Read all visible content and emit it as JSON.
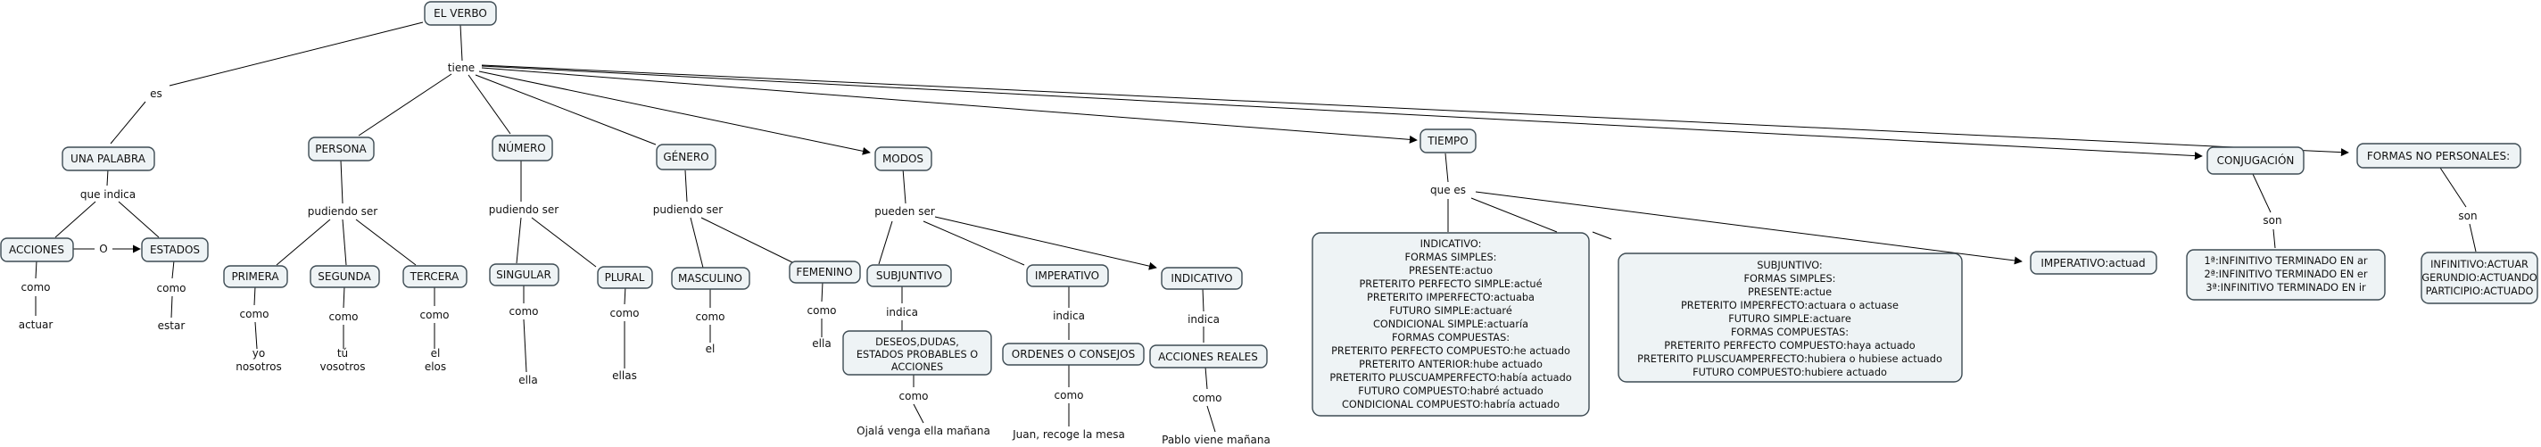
{
  "nodes": {
    "el_verbo": "EL VERBO",
    "una_palabra": "UNA PALABRA",
    "acciones": "ACCIONES",
    "estados": "ESTADOS",
    "persona": "PERSONA",
    "primera": "PRIMERA",
    "segunda": "SEGUNDA",
    "tercera": "TERCERA",
    "numero": "NÚMERO",
    "singular": "SINGULAR",
    "plural": "PLURAL",
    "genero": "GÉNERO",
    "masculino": "MASCULINO",
    "femenino": "FEMENINO",
    "modos": "MODOS",
    "subjuntivo": "SUBJUNTIVO",
    "imperativo": "IMPERATIVO",
    "indicativo": "INDICATIVO",
    "deseos": [
      "DESEOS,DUDAS,",
      "ESTADOS PROBABLES O",
      "ACCIONES"
    ],
    "ordenes": "ORDENES O CONSEJOS",
    "acciones_reales": "ACCIONES REALES",
    "tiempo": "TIEMPO",
    "indicativo_detalle": [
      "INDICATIVO:",
      "FORMAS SIMPLES:",
      "PRESENTE:actuo",
      "PRETERITO PERFECTO SIMPLE:actué",
      "PRETERITO IMPERFECTO:actuaba",
      "FUTURO SIMPLE:actuaré",
      "CONDICIONAL SIMPLE:actuaría",
      "FORMAS COMPUESTAS:",
      "PRETERITO PERFECTO COMPUESTO:he actuado",
      "PRETERITO ANTERIOR:hube actuado",
      "PRETERITO PLUSCUAMPERFECTO:había actuado",
      "FUTURO COMPUESTO:habré actuado",
      "CONDICIONAL COMPUESTO:habría actuado"
    ],
    "subjuntivo_detalle": [
      "SUBJUNTIVO:",
      "FORMAS SIMPLES:",
      "PRESENTE:actue",
      "PRETERITO IMPERFECTO:actuara o actuase",
      "FUTURO SIMPLE:actuare",
      "FORMAS COMPUESTAS:",
      "PRETERITO PERFECTO COMPUESTO:haya actuado",
      "PRETERITO PLUSCUAMPERFECTO:hubiera o hubiese actuado",
      "FUTURO COMPUESTO:hubiere actuado"
    ],
    "imperativo_detalle": "IMPERATIVO:actuad",
    "conjugacion": "CONJUGACIÓN",
    "conjugacion_detalle": [
      "1ª:INFINITIVO TERMINADO EN ar",
      "2ª:INFINITIVO TERMINADO EN er",
      "3ª:INFINITIVO TERMINADO EN ir"
    ],
    "no_personales": "FORMAS NO PERSONALES:",
    "no_personales_detalle": [
      "INFINITIVO:ACTUAR",
      "GERUNDIO:ACTUANDO",
      "PARTICIPIO:ACTUADO"
    ]
  },
  "links": {
    "es": "es",
    "tiene": "tiene",
    "que_indica": "que indica",
    "o": "O",
    "como_acciones": "como",
    "como_estados": "como",
    "pudiendo_ser_persona": "pudiendo ser",
    "pudiendo_ser_numero": "pudiendo ser",
    "pudiendo_ser_genero": "pudiendo ser",
    "pueden_ser": "pueden ser",
    "como_primera": "como",
    "como_segunda": "como",
    "como_tercera": "como",
    "como_singular": "como",
    "como_plural": "como",
    "como_masculino": "como",
    "como_femenino": "como",
    "indica_subjuntivo": "indica",
    "indica_imperativo": "indica",
    "indica_indicativo": "indica",
    "como_deseos": "como",
    "como_ordenes": "como",
    "como_reales": "como",
    "que_es": "que es",
    "son_conjugacion": "son",
    "son_no_personales": "son"
  },
  "examples": {
    "actuar": "actuar",
    "estar": "estar",
    "yo_nosotros": [
      "yo",
      "nosotros"
    ],
    "tu_vosotros": [
      "tú",
      "vosotros"
    ],
    "el_elos": [
      "el",
      "elos"
    ],
    "ella": "ella",
    "ellas": "ellas",
    "el": "el",
    "ella_fem": "ella",
    "ojala": "Ojalá venga ella mañana",
    "juan": "Juan, recoge la mesa",
    "pablo": "Pablo viene mañana"
  },
  "colors": {
    "node_fill": "#eef3f5",
    "node_border": "#3d4b53",
    "line": "#000000"
  }
}
